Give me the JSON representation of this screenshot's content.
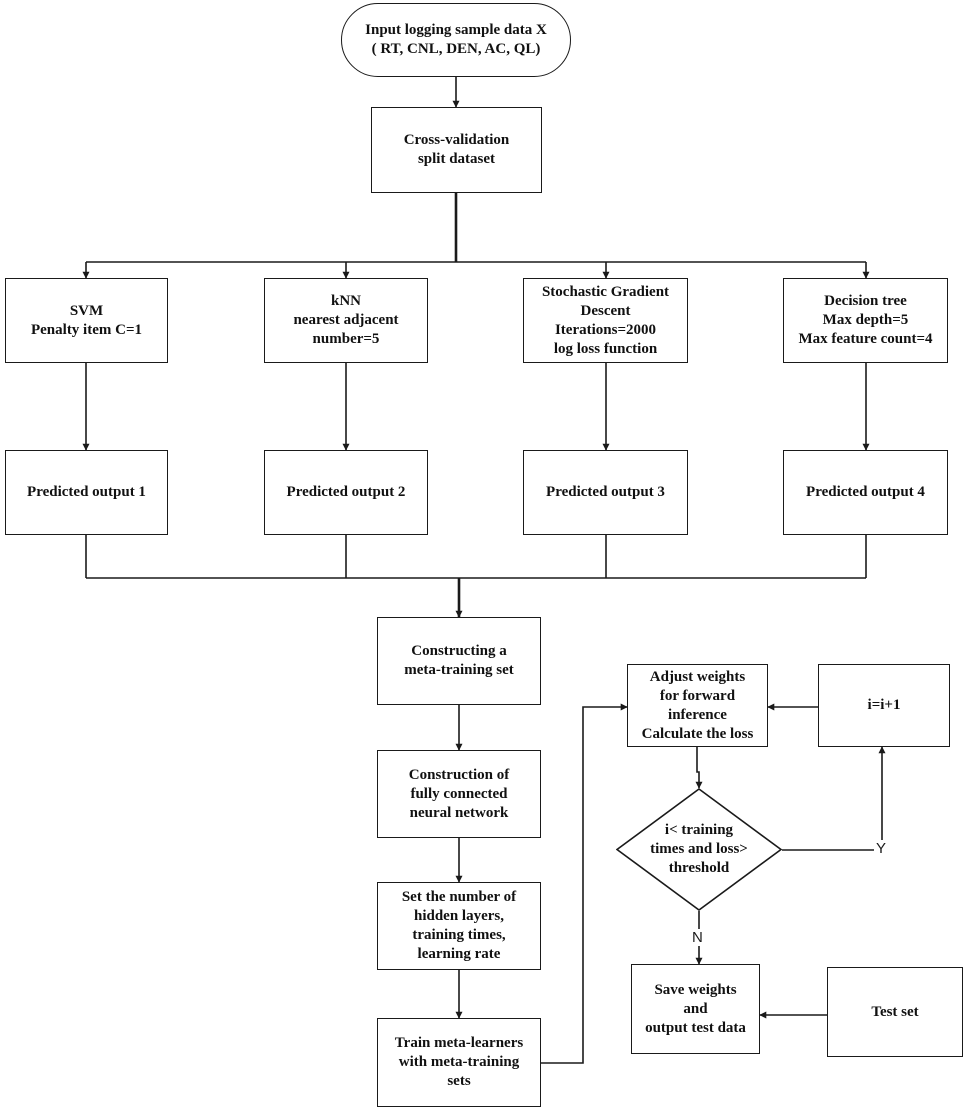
{
  "flow": {
    "input": "Input logging sample data X\n( RT, CNL, DEN, AC, QL)",
    "cv": "Cross-validation\nsplit dataset",
    "svm": "SVM\nPenalty item C=1",
    "knn": "kNN\nnearest adjacent\nnumber=5",
    "sgd": "Stochastic Gradient\nDescent\nIterations=2000\nlog loss function",
    "dt": "Decision tree\nMax depth=5\nMax feature count=4",
    "pred1": "Predicted output 1",
    "pred2": "Predicted output 2",
    "pred3": "Predicted output 3",
    "pred4": "Predicted output 4",
    "meta_set": "Constructing a\nmeta-training set",
    "nn": "Construction of\nfully connected\nneural network",
    "params": "Set the number of\nhidden layers,\ntraining times,\nlearning rate",
    "train": "Train meta-learners\nwith meta-training\nsets",
    "adjust": "Adjust weights\nfor forward\ninference\nCalculate the loss",
    "incr": "i=i+1",
    "cond": "i< training\ntimes and loss>\nthreshold",
    "save": "Save weights\nand\noutput test data",
    "test": "Test set",
    "yes": "Y",
    "no": "N"
  },
  "colors": {
    "line": "#1a1a1a",
    "background": "#ffffff"
  }
}
